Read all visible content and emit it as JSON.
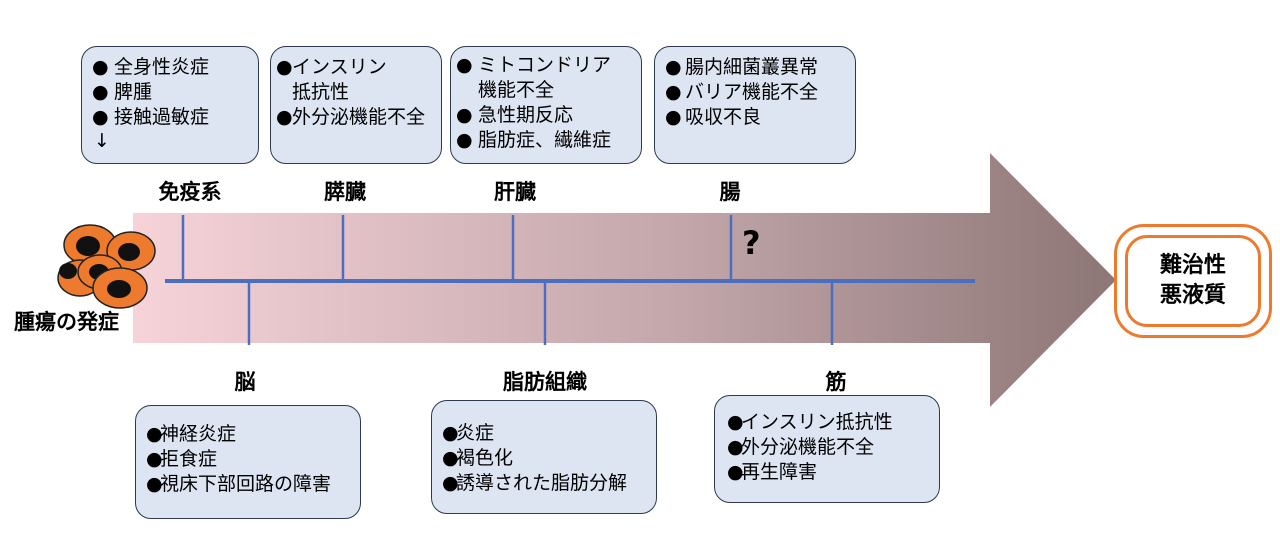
{
  "tumor": {
    "label": "腫瘍の発症"
  },
  "outcome": {
    "line1": "難治性",
    "line2": "悪液質"
  },
  "unknown_mark": "?",
  "organs_top": [
    {
      "name": "免疫系",
      "items": [
        "全身性炎症",
        "脾腫",
        "接触過敏症"
      ],
      "arrow": "↓"
    },
    {
      "name": "膵臓",
      "items": [
        "インスリン",
        "抵抗性",
        "外分泌機能不全"
      ]
    },
    {
      "name": "肝臓",
      "items": [
        "ミトコンドリア",
        "機能不全",
        "急性期反応",
        "脂肪症、繊維症"
      ]
    },
    {
      "name": "腸",
      "items": [
        "腸内細菌叢異常",
        "バリア機能不全",
        "吸収不良"
      ]
    }
  ],
  "organs_bottom": [
    {
      "name": "脳",
      "items": [
        "神経炎症",
        "拒食症",
        "視床下部回路の障害"
      ]
    },
    {
      "name": "脂肪組織",
      "items": [
        "炎症",
        "褐色化",
        "誘導された脂肪分解"
      ]
    },
    {
      "name": "筋",
      "items": [
        "インスリン抵抗性",
        "外分泌機能不全",
        "再生障害"
      ]
    }
  ],
  "colors": {
    "box_fill": "#dde4f2",
    "timeline": "#4a6fc0",
    "outcome_border": "#ee7a2e",
    "tumor_cell": "#ee7a2e"
  }
}
